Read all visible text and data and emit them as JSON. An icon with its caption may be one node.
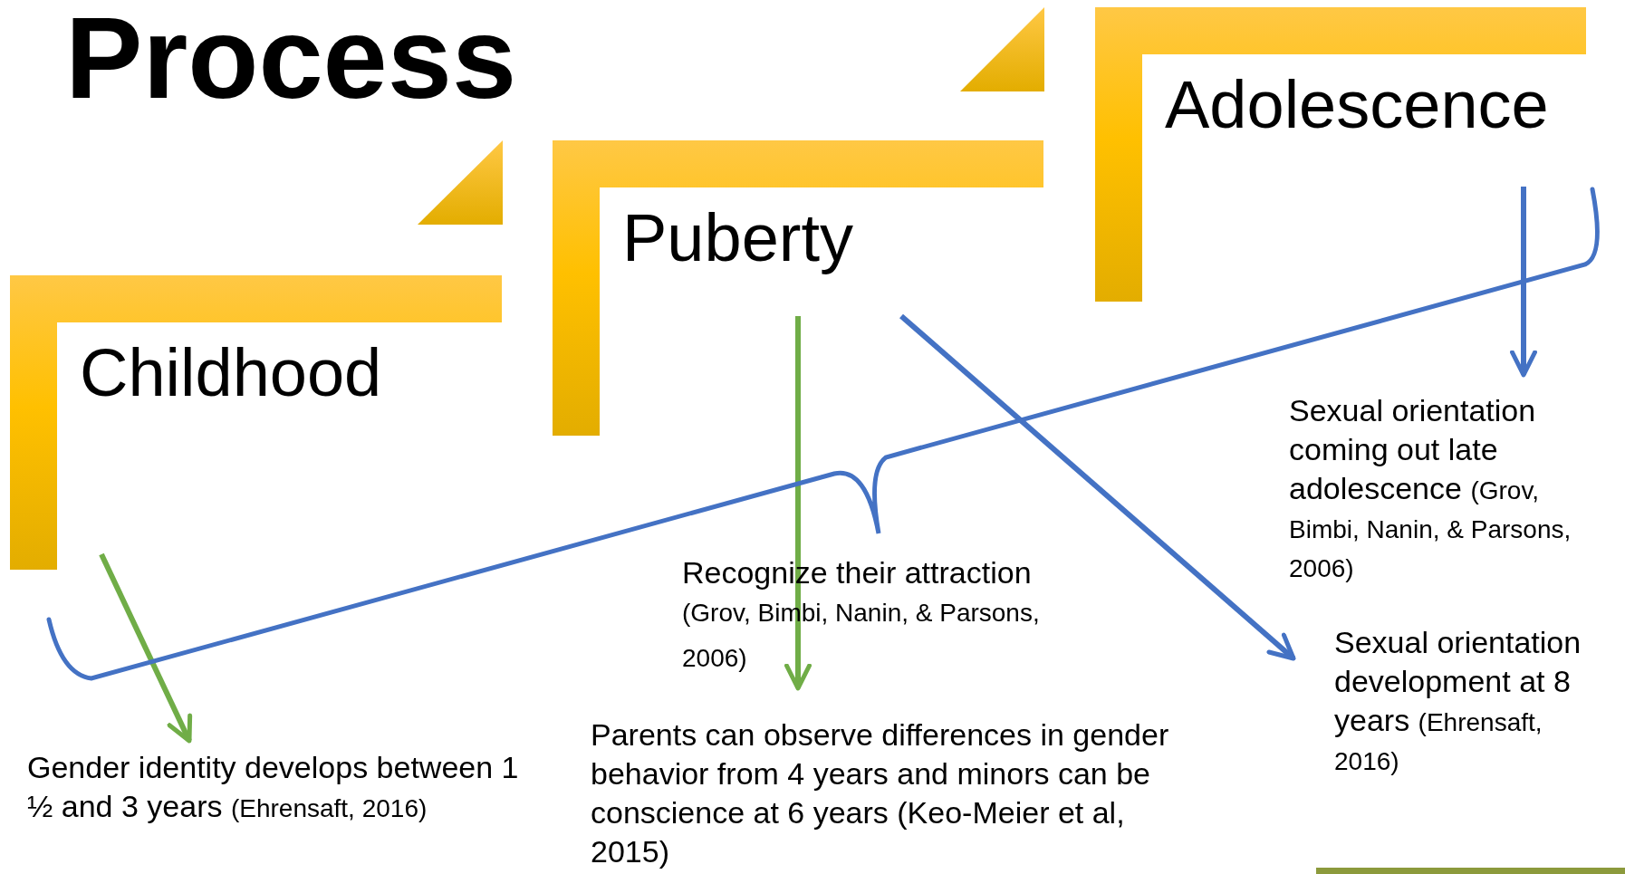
{
  "diagram": {
    "title": "Process",
    "nodes": [
      {
        "text": [
          "Childhood"
        ]
      },
      {
        "text": [
          "Puberty"
        ]
      },
      {
        "text": [
          "Adolescence"
        ]
      },
      {
        "text": [
          "Gender identity develops between 1 ½ and 3 years",
          "(Ehrensaft, 2016)"
        ]
      },
      {
        "text": [
          "Recognize their attraction",
          "(Grov, Bimbi, Nanin, & Parsons, 2006)"
        ]
      },
      {
        "text": [
          "Parents can observe differences in gender behavior from 4 years and minors can be conscience at 6 years (Keo-Meier et al, 2015)"
        ]
      },
      {
        "text": [
          "Sexual orientation coming out late adolescence",
          "(Grov, Bimbi, Nanin, & Parsons, 2006)"
        ]
      },
      {
        "text": [
          "Sexual orientation development at 8 years",
          "(Ehrensaft, 2016)"
        ]
      }
    ],
    "edges": [
      {
        "from": 0,
        "to": 3,
        "arrow": "to",
        "color": "#70ad47"
      },
      {
        "from": 1,
        "to": 5,
        "arrow": "to",
        "color": "#70ad47"
      },
      {
        "from": 1,
        "to": 7,
        "arrow": "to",
        "color": "#4472c4"
      },
      {
        "from": 2,
        "to": 6,
        "arrow": "to",
        "color": "#4472c4"
      }
    ]
  }
}
